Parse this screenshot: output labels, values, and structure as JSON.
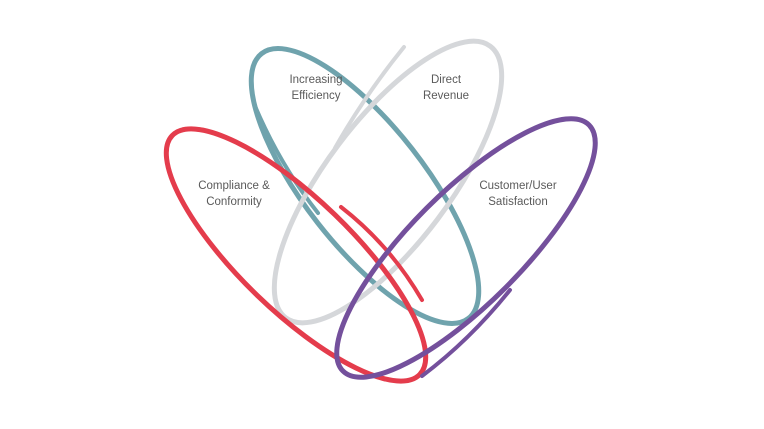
{
  "colors": {
    "efficiency": "#6fa3ad",
    "revenue": "#d5d7da",
    "compliance": "#e43c4c",
    "satisfaction": "#74509c",
    "text": "#5a5a5a"
  },
  "labels": {
    "efficiency": [
      "Increasing",
      "Efficiency"
    ],
    "revenue": [
      "Direct",
      "Revenue"
    ],
    "compliance": [
      "Compliance &",
      "Conformity"
    ],
    "satisfaction": [
      "Customer/User",
      "Satisfaction"
    ]
  }
}
